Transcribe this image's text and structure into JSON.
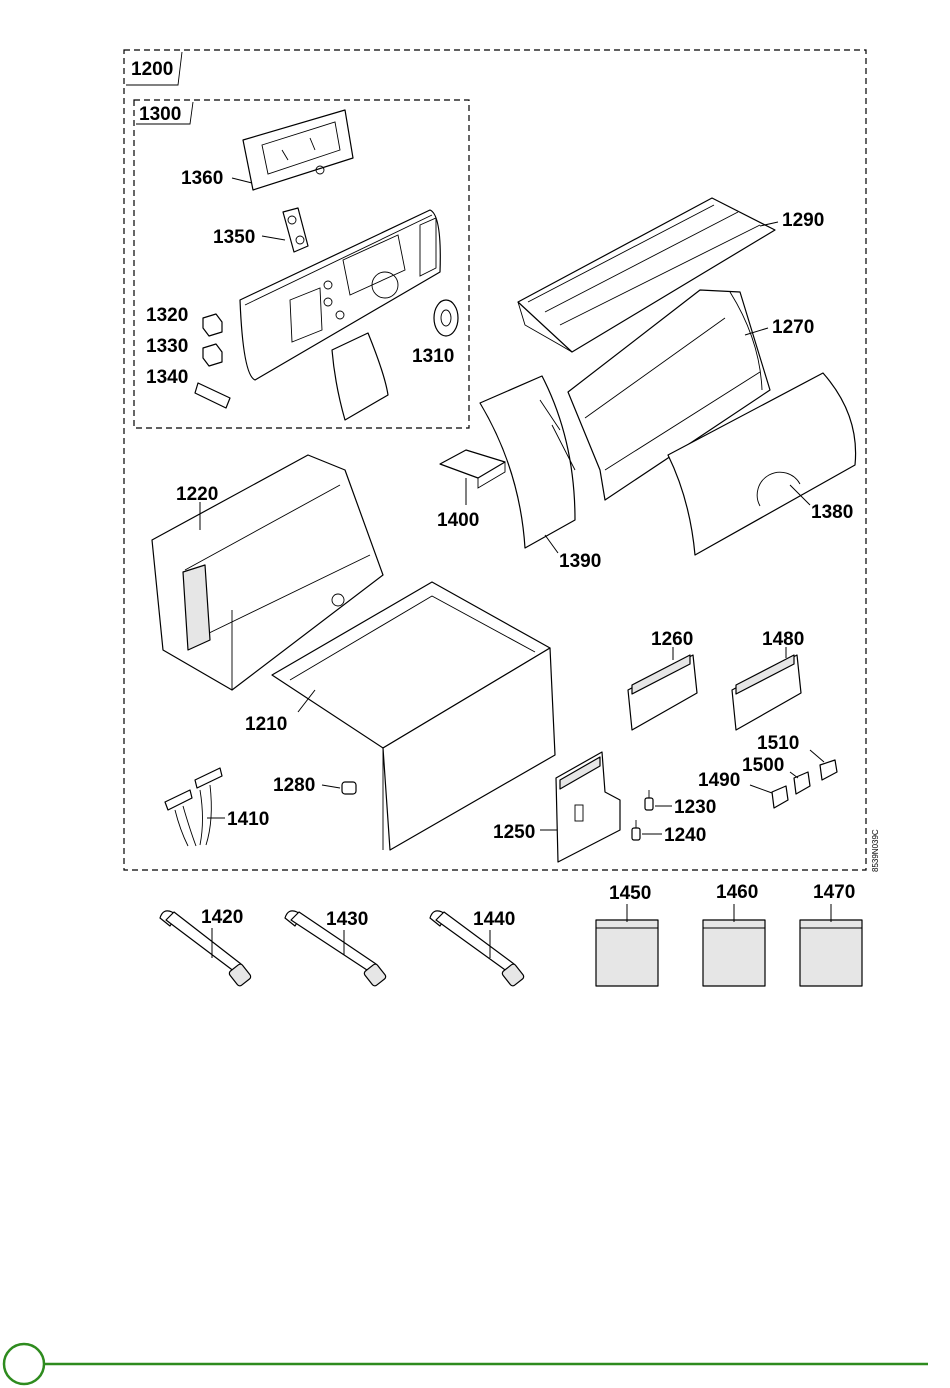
{
  "groups": {
    "outer": "1200",
    "inner": "1300"
  },
  "parts": {
    "p1360": "1360",
    "p1350": "1350",
    "p1320": "1320",
    "p1330": "1330",
    "p1340": "1340",
    "p1310": "1310",
    "p1290": "1290",
    "p1270": "1270",
    "p1380": "1380",
    "p1400": "1400",
    "p1390": "1390",
    "p1220": "1220",
    "p1210": "1210",
    "p1260": "1260",
    "p1480": "1480",
    "p1510": "1510",
    "p1500": "1500",
    "p1490": "1490",
    "p1230": "1230",
    "p1240": "1240",
    "p1280": "1280",
    "p1250": "1250",
    "p1410": "1410",
    "p1420": "1420",
    "p1430": "1430",
    "p1440": "1440",
    "p1450": "1450",
    "p1460": "1460",
    "p1470": "1470"
  },
  "drawing_code": "8539N039C",
  "colors": {
    "footer_line": "#2e8b1e",
    "page_circle": "#2e8b1e"
  }
}
